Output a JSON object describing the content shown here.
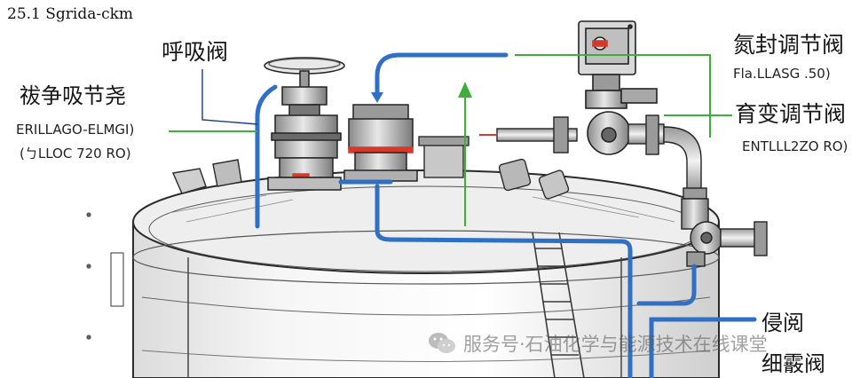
{
  "figure_number": "25.1 Sgrida-ckm",
  "labels": {
    "breather_valve": "呼吸阀",
    "left_valve_cn": "祓争吸节尧",
    "left_valve_en_1": "ERILLAGO-ELMGI)",
    "left_valve_en_2": "(ㄅLLOC 720 RO)",
    "nitrogen_valve_cn": "氮封调节阀",
    "nitrogen_valve_en": "Fla.LLASG .50)",
    "right_valve_cn": "育变调节阀",
    "right_valve_en": "ENTLLL2ZO RO)",
    "bottom_valve_1": "侵阅",
    "bottom_valve_2": "细霰阀"
  },
  "watermark": {
    "icon": "wechat-icon",
    "text": "服务号·石油化学与能源技术在线课堂"
  },
  "colors": {
    "pipe_blue": "#2f6fc4",
    "leader_green": "#3fae3a",
    "valve_red": "#d23a2a",
    "line_gray": "#2a2a2a"
  }
}
